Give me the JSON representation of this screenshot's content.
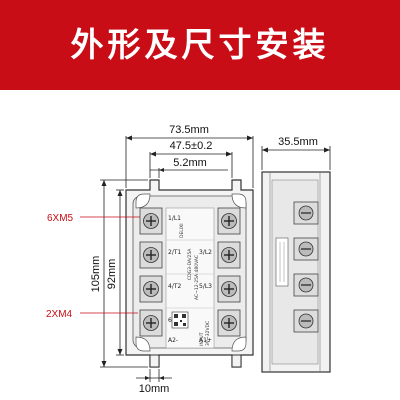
{
  "banner": {
    "title": "外形及尺寸安装",
    "color": "#c80d17"
  },
  "dimensions": {
    "overall_width": "73.5mm",
    "hole_spacing": "47.5±0.2",
    "slot_offset": "5.2mm",
    "depth": "35.5mm",
    "body_height": "92mm",
    "overall_height": "105mm",
    "bottom_slot": "10mm"
  },
  "callouts": {
    "screw_top": "6XM5",
    "screw_bottom": "2XM4"
  },
  "terminals": {
    "left": [
      "1/L1",
      "2/T1",
      "4/T2",
      "6/T3",
      "A2-"
    ],
    "right": [
      "3/L2",
      "5/L3",
      "A1+"
    ]
  },
  "label": {
    "brand": "DELIXI",
    "model": "CDG3-DA/25A",
    "spec": "AC~12-25A 480VAC",
    "input_title": "INPUT",
    "input_value": "3V~32VDC"
  }
}
